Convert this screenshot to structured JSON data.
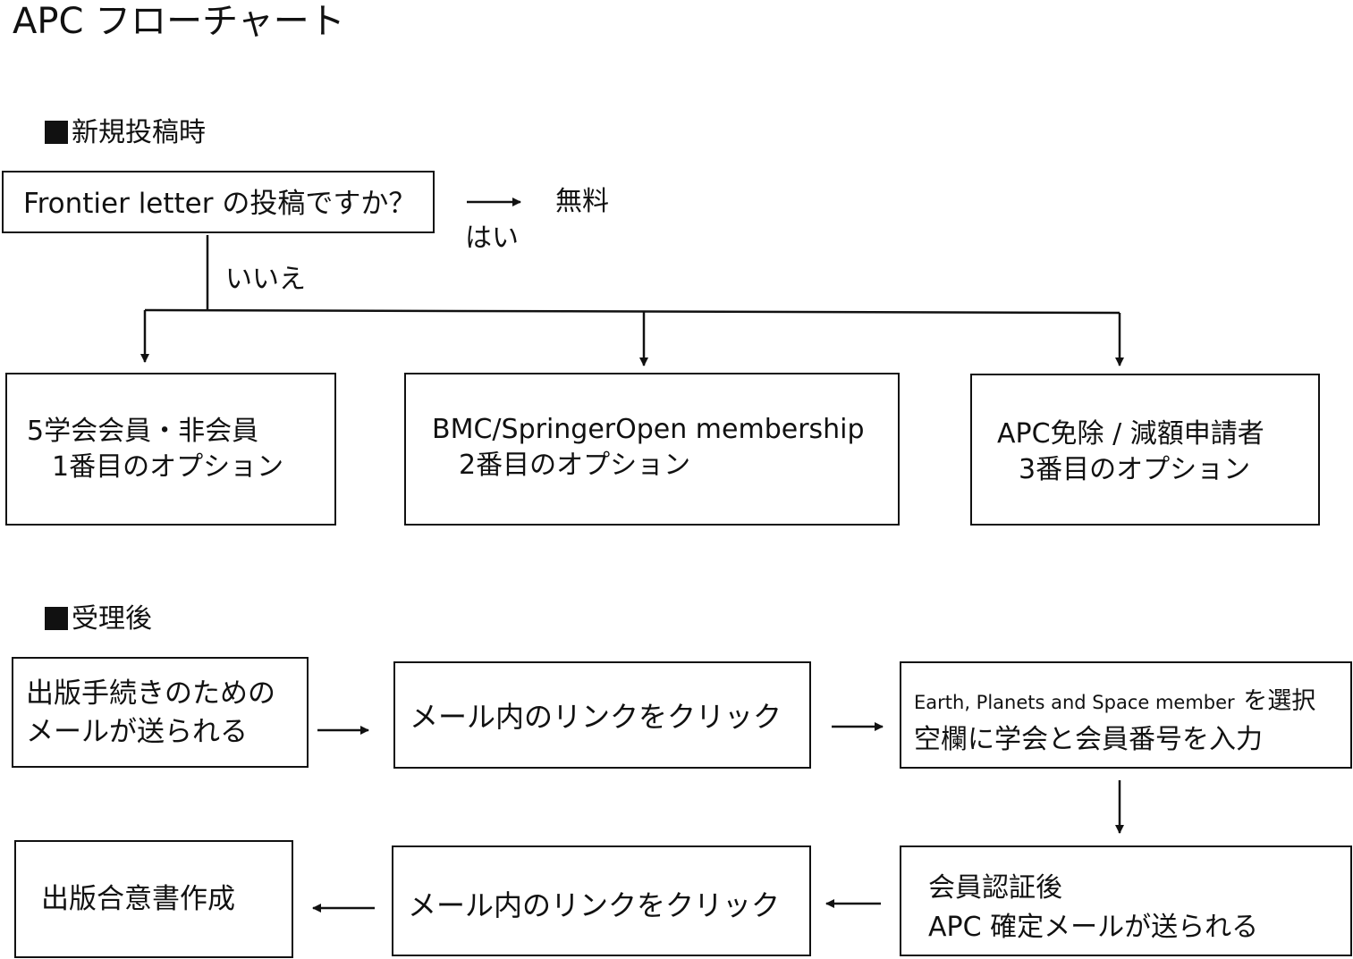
{
  "title": "APC フローチャート",
  "section1": {
    "heading": "新規投稿時",
    "question": "Frontier letter の投稿ですか？",
    "yes_label": "はい",
    "yes_result": "無料",
    "no_label": "いいえ",
    "options": [
      {
        "line1": "5学会会員・非会員",
        "line2": "1番目のオプション"
      },
      {
        "line1": "BMC/SpringerOpen membership",
        "line2": "2番目のオプション"
      },
      {
        "line1": "APC免除 / 減額申請者",
        "line2": "3番目のオプション"
      }
    ]
  },
  "section2": {
    "heading": "受理後",
    "steps": [
      {
        "line1": "出版手続きのための",
        "line2": "メールが送られる"
      },
      {
        "line1": "メール内のリンクをクリック"
      },
      {
        "line1a": "Earth, Planets and Space member",
        "line1b": "を選択",
        "line2": "空欄に学会と会員番号を入力"
      },
      {
        "line1": "会員認証後",
        "line2": "APC 確定メールが送られる"
      },
      {
        "line1": "メール内のリンクをクリック"
      },
      {
        "line1": "出版合意書作成"
      }
    ]
  }
}
